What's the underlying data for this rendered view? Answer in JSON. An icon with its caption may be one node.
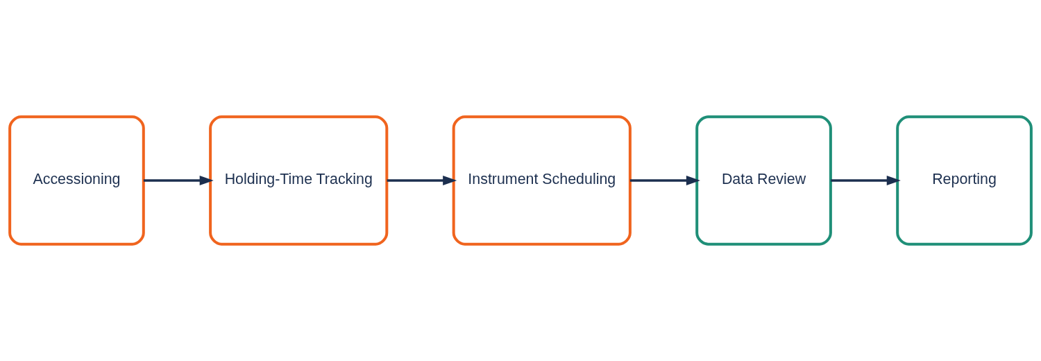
{
  "diagram": {
    "nodes": [
      {
        "text": [
          "Accessioning"
        ]
      },
      {
        "text": [
          "Holding-Time Tracking"
        ]
      },
      {
        "text": [
          "Instrument Scheduling"
        ]
      },
      {
        "text": [
          "Data Review"
        ]
      },
      {
        "text": [
          "Reporting"
        ]
      }
    ],
    "edges": [
      {
        "from": 0,
        "to": 1,
        "arrow": "to"
      },
      {
        "from": 1,
        "to": 2,
        "arrow": "to"
      },
      {
        "from": 2,
        "to": 3,
        "arrow": "to"
      },
      {
        "from": 3,
        "to": 4,
        "arrow": "to"
      }
    ]
  }
}
